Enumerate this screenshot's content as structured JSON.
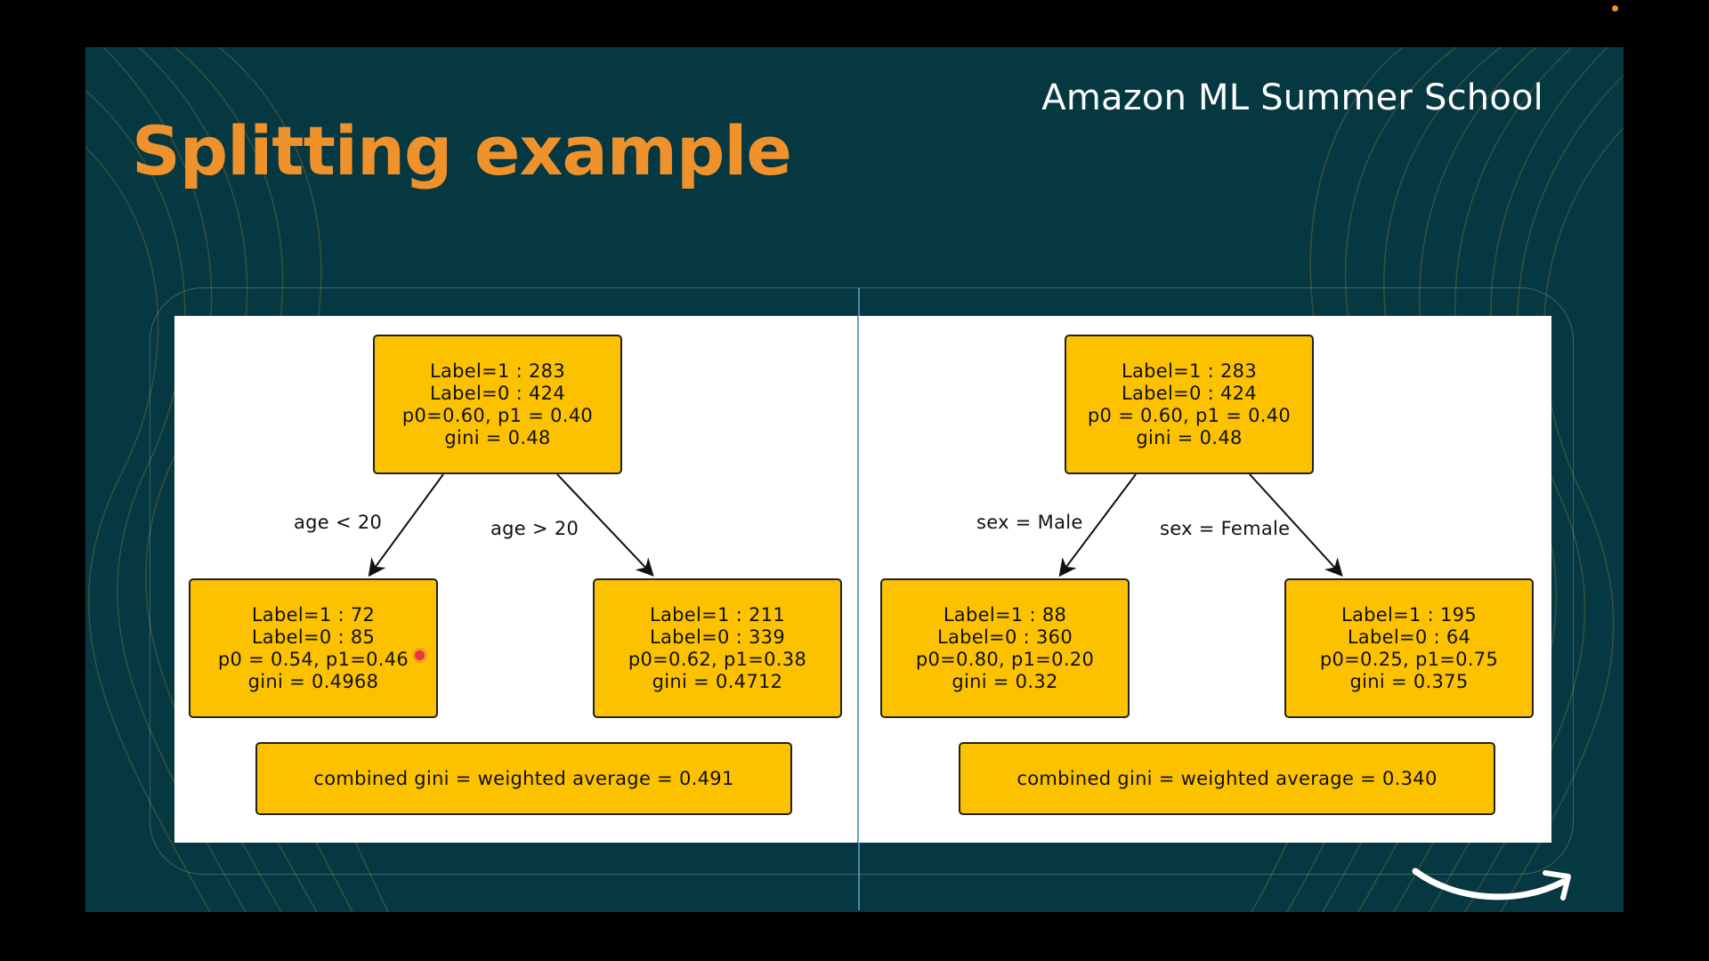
{
  "slide": {
    "title": "Splitting example",
    "brand": "Amazon ML Summer School",
    "colors": {
      "background": "#063842",
      "title": "#f0922b",
      "node_fill": "#fcc200",
      "panel": "#ffffff"
    }
  },
  "left_tree": {
    "root": {
      "lines": [
        "Label=1 : 283",
        "Label=0 : 424",
        "p0=0.60, p1 = 0.40",
        "gini = 0.48"
      ]
    },
    "left_edge_label": "age < 20",
    "right_edge_label": "age > 20",
    "left_child": {
      "lines": [
        "Label=1 : 72",
        "Label=0 : 85",
        "p0 = 0.54, p1=0.46",
        "gini = 0.4968"
      ]
    },
    "right_child": {
      "lines": [
        "Label=1 : 211",
        "Label=0 : 339",
        "p0=0.62, p1=0.38",
        "gini = 0.4712"
      ]
    },
    "summary": "combined gini = weighted average = 0.491"
  },
  "right_tree": {
    "root": {
      "lines": [
        "Label=1 : 283",
        "Label=0 : 424",
        "p0 = 0.60, p1 = 0.40",
        "gini = 0.48"
      ]
    },
    "left_edge_label": "sex = Male",
    "right_edge_label": "sex = Female",
    "left_child": {
      "lines": [
        "Label=1 : 88",
        "Label=0 : 360",
        "p0=0.80, p1=0.20",
        "gini = 0.32"
      ]
    },
    "right_child": {
      "lines": [
        "Label=1 : 195",
        "Label=0 : 64",
        "p0=0.25, p1=0.75",
        "gini = 0.375"
      ]
    },
    "summary": "combined gini = weighted average = 0.340"
  },
  "icons": {
    "logo": "amazon-smile-arrow-icon",
    "pointer": "laser-pointer-dot-icon",
    "recording": "recording-indicator-icon"
  }
}
